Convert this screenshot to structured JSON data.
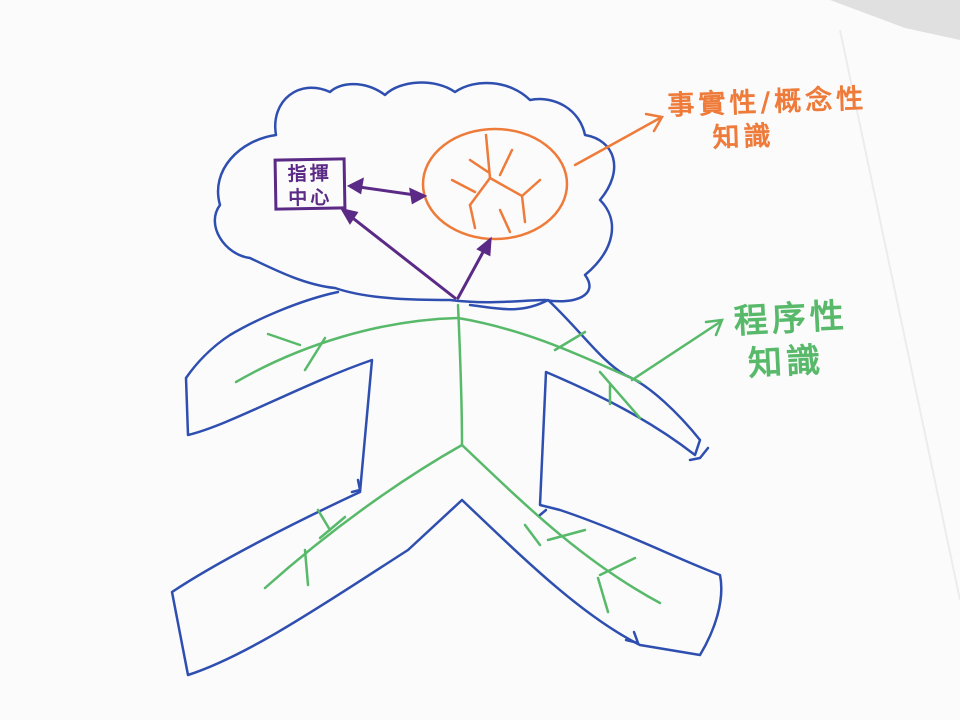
{
  "labels": {
    "command_center": {
      "line1": "指揮",
      "line2": "中心"
    },
    "factual_conceptual": {
      "line1": "事實性/概念性",
      "line2": "知識"
    },
    "procedural": {
      "line1": "程序性",
      "line2": "知識"
    }
  },
  "colors": {
    "paper": "#ffffff",
    "figure_outline": "#2f4fb0",
    "brain": "#ee7b3a",
    "nerves": "#58b96a",
    "command_center": "#5b2a86"
  }
}
